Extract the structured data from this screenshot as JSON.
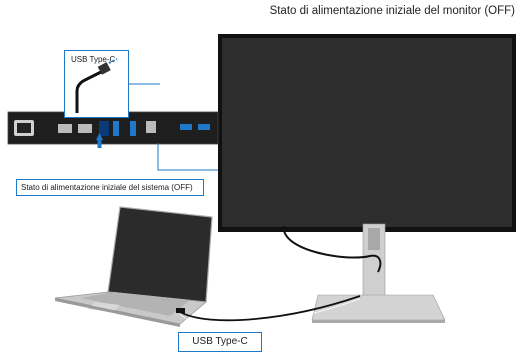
{
  "title": "Stato di alimentazione iniziale del monitor (OFF)",
  "callouts": {
    "usb_port": "USB Type-C",
    "system_state": "Stato di alimentazione iniziale del sistema (OFF)",
    "cable": "USB Type-C"
  },
  "colors": {
    "accent": "#1f78c8",
    "screen": "#2a2a2a",
    "bezel": "#111111",
    "stand": "#c9c9c9"
  }
}
